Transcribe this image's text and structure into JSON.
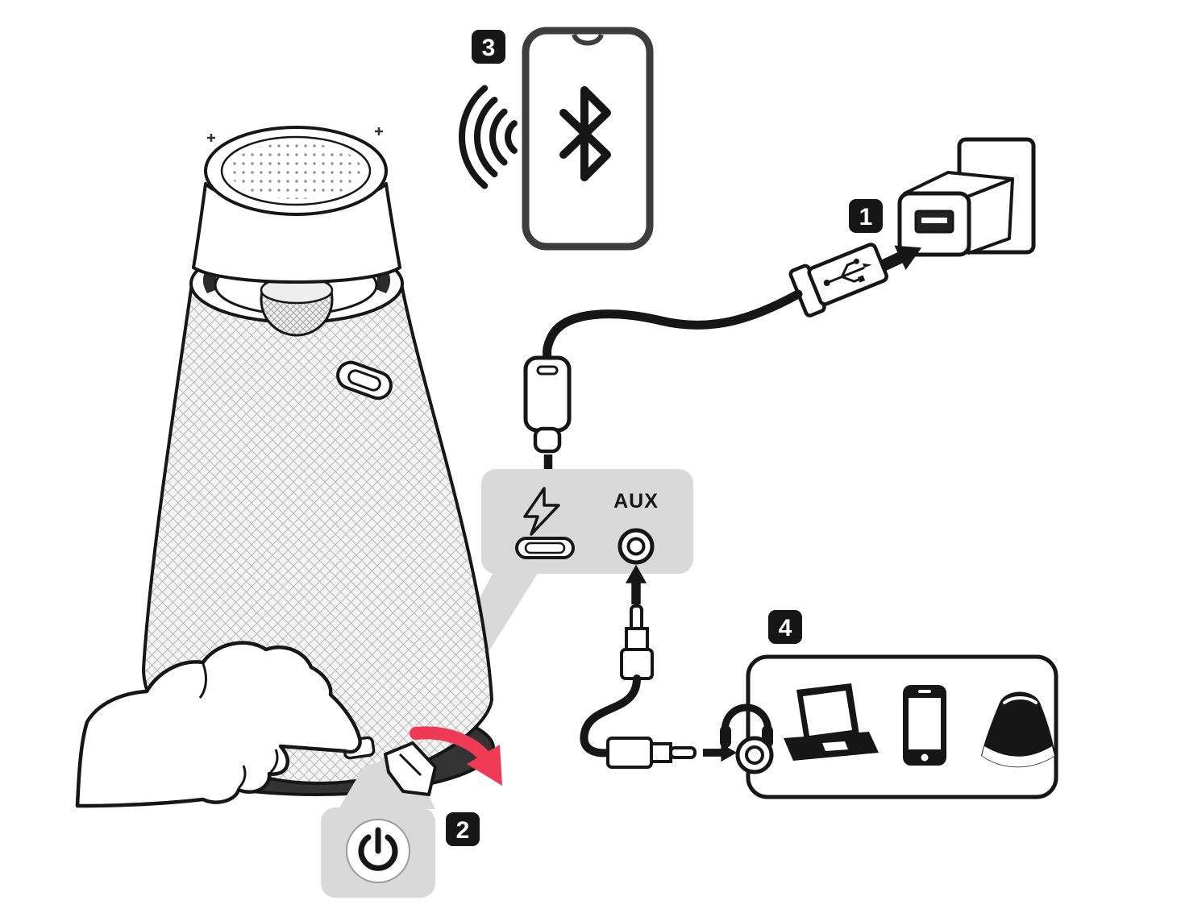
{
  "diagram": {
    "steps": {
      "one": {
        "number": "1",
        "meaning": "plug USB power adapter into wall outlet"
      },
      "two": {
        "number": "2",
        "meaning": "power button on speaker bottom"
      },
      "three": {
        "number": "3",
        "meaning": "pair phone via Bluetooth"
      },
      "four": {
        "number": "4",
        "meaning": "connect AUX source devices"
      }
    },
    "labels": {
      "aux_port": "AUX"
    },
    "colors": {
      "outline": "#161616",
      "panel_gray": "#d9d9d9",
      "accent_red": "#ee3a55",
      "phone_border": "#3d3d3d",
      "white": "#ffffff"
    },
    "icons": [
      "bluetooth-icon",
      "signal-waves-icon",
      "power-icon",
      "charge-bolt-icon",
      "usb-logo-icon",
      "usb-a-connector",
      "usb-c-connector",
      "wall-outlet",
      "power-adapter",
      "aux-plug",
      "aux-jack",
      "down-arrow-icon",
      "up-arrow-icon",
      "right-arrow-icon",
      "red-arrow-icon",
      "headphones-icon",
      "laptop-icon",
      "smartphone-icon",
      "speaker-icon",
      "pointing-hand-icon"
    ]
  }
}
